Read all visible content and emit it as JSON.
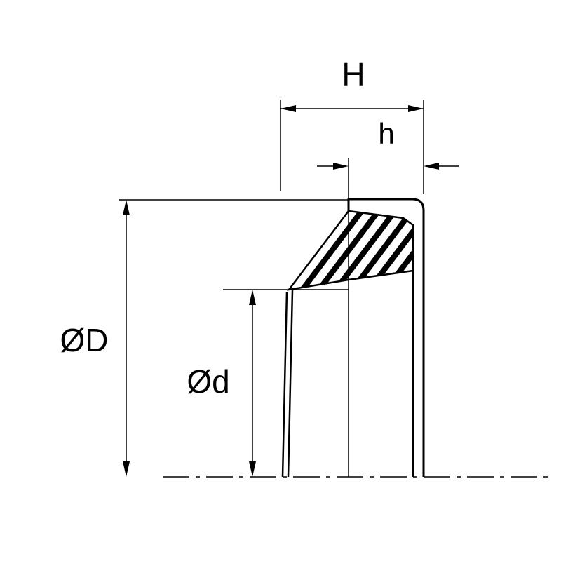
{
  "diagram": {
    "labels": {
      "total_height": "H",
      "lip_height": "h",
      "outer_diameter": "ØD",
      "inner_diameter": "Ød"
    },
    "colors": {
      "line": "#000000",
      "background": "#ffffff",
      "hatch": "#000000"
    }
  }
}
